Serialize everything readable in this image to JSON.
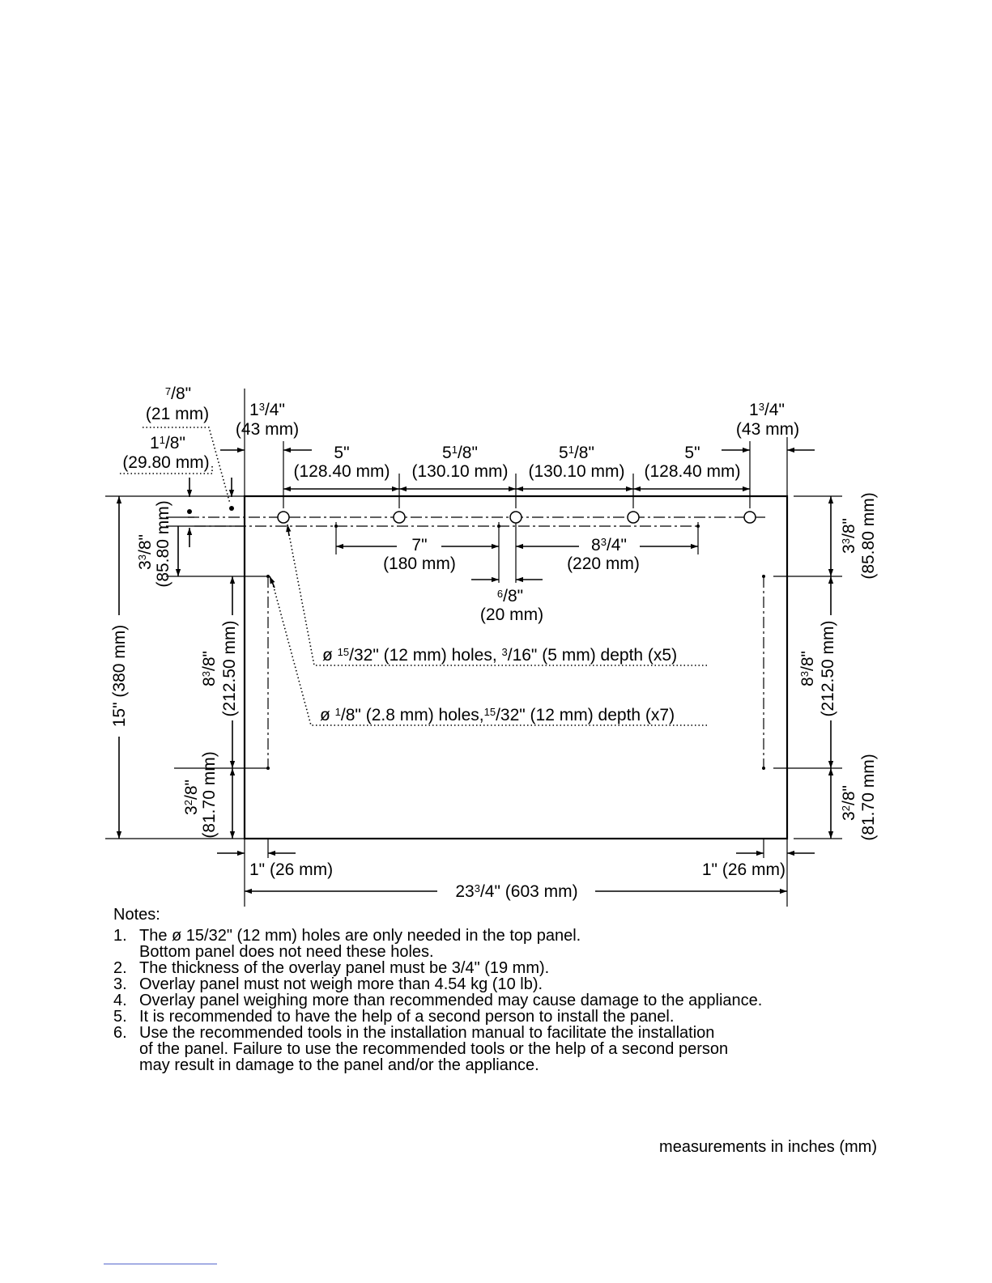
{
  "dimensions": {
    "top_left_edge": "7/8\" (21 mm)",
    "top_left_offset": "1 1/8\" (29.80 mm)",
    "left_first_hole": "1 3/4\" (43 mm)",
    "right_last_hole": "1 3/4\" (43 mm)",
    "spacing_1": "5\" (128.40 mm)",
    "spacing_2": "5 1/8\" (130.10 mm)",
    "spacing_3": "5 1/8\" (130.10 mm)",
    "spacing_4": "5\" (128.40 mm)",
    "small_hole_left": "7\" (180 mm)",
    "small_hole_right": "8 3/4\" (220 mm)",
    "small_hole_gap": "6/8\" (20 mm)",
    "left_top_vertical": "3 3/8\" (85.80 mm)",
    "left_mid_vertical": "8 3/8\" (212.50 mm)",
    "left_bottom_vertical": "3 2/8\" (81.70 mm)",
    "total_height": "15\" (380 mm)",
    "right_top_vertical": "3 3/8\" (85.80 mm)",
    "right_mid_vertical": "8 3/8\" (212.50 mm)",
    "right_bottom_vertical": "3 2/8\" (81.70 mm)",
    "bottom_left_inset": "1\" (26 mm)",
    "bottom_right_inset": "1\" (26 mm)",
    "total_width": "23 3/4\" (603 mm)"
  },
  "callouts": {
    "large_holes": "ø 15/32\" (12 mm) holes, 3/16\" (5 mm) depth (x5)",
    "small_holes": "ø 1/8\" (2.8 mm) holes,15/32\" (12 mm) depth (x7)"
  },
  "notes": {
    "heading": "Notes:",
    "items": [
      {
        "num": "1.",
        "lines": [
          "The ø 15/32\" (12 mm) holes are only needed in the top panel.",
          "Bottom panel does not need these holes."
        ]
      },
      {
        "num": "2.",
        "lines": [
          "The thickness of the overlay panel must be 3/4\" (19 mm)."
        ]
      },
      {
        "num": "3.",
        "lines": [
          "Overlay panel must not weigh more than 4.54 kg (10 lb)."
        ]
      },
      {
        "num": "4.",
        "lines": [
          "Overlay panel weighing more than recommended may cause damage to the appliance."
        ]
      },
      {
        "num": "5.",
        "lines": [
          "It is recommended to have the help of a second person to install the panel."
        ]
      },
      {
        "num": "6.",
        "lines": [
          "Use the recommended tools in the installation manual to facilitate the installation",
          "of the panel. Failure to use the recommended tools or the help of a second person",
          "may result in damage to the panel and/or the appliance."
        ]
      }
    ]
  },
  "footer": "measurements in inches (mm)"
}
